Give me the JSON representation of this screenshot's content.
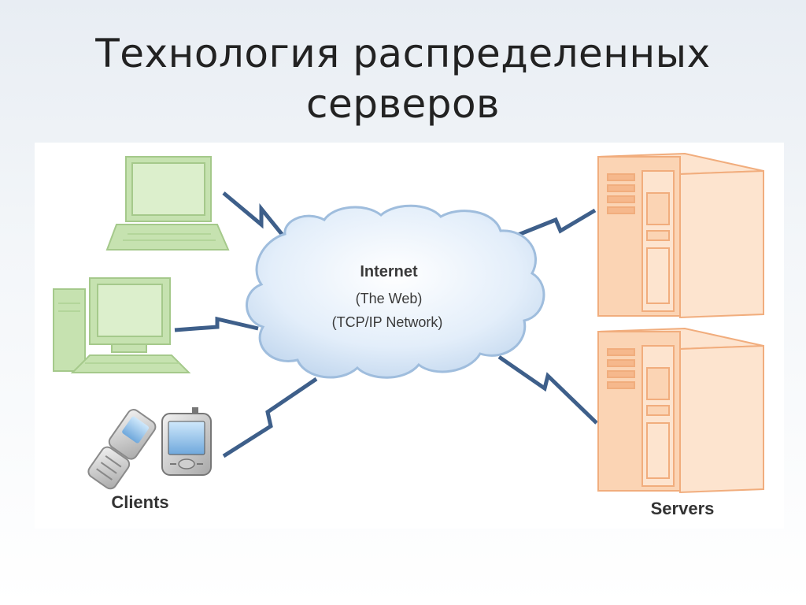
{
  "slide": {
    "title_line1": "Технология распределенных",
    "title_line2": "серверов"
  },
  "diagram": {
    "cloud": {
      "title": "Internet",
      "line2": "(The Web)",
      "line3": "(TCP/IP Network)"
    },
    "clients_label": "Clients",
    "servers_label": "Servers",
    "colors": {
      "client": "#c6e2b0",
      "client_stroke": "#a5c98b",
      "server": "#fbd4b4",
      "server_stroke": "#f1ad7d",
      "link": "#3e5f8a",
      "cloud_fill": "#d6e6f7",
      "cloud_stroke": "#9fbddd"
    }
  }
}
